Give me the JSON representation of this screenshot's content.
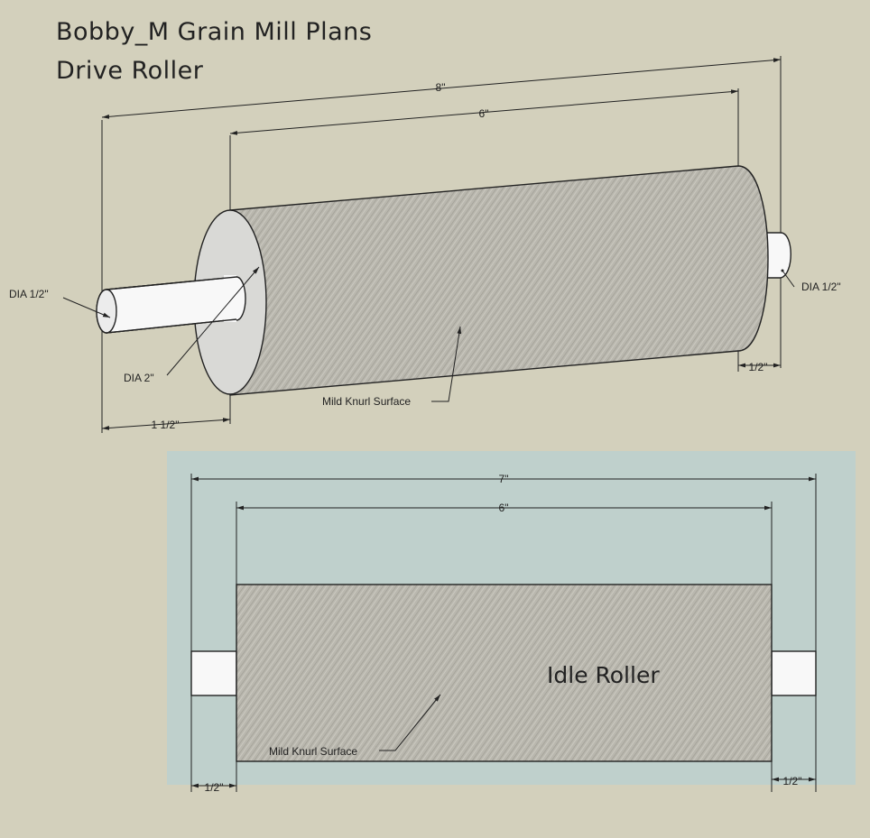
{
  "title": "Bobby_M Grain Mill Plans",
  "subtitle": "Drive Roller",
  "colors": {
    "background": "#d3d0bc",
    "panel": "#bfd0cc",
    "roller": "#b9b7ae",
    "roller_end": "#d9d9d6",
    "shaft": "#f8f8f8",
    "line": "#222222"
  },
  "drive": {
    "dim_overall": "8\"",
    "dim_roller": "6\"",
    "dim_shaft_left": "1 1/2\"",
    "dim_shaft_right": "1/2\"",
    "dia_left": "DIA 1/2\"",
    "dia_right": "DIA 1/2\"",
    "dia_roller": "DIA 2\"",
    "surface_label": "Mild Knurl Surface"
  },
  "idle": {
    "label": "Idle Roller",
    "dim_overall": "7\"",
    "dim_roller": "6\"",
    "dim_left": "1/2\"",
    "dim_right": "1/2\"",
    "surface_label": "Mild Knurl Surface"
  }
}
